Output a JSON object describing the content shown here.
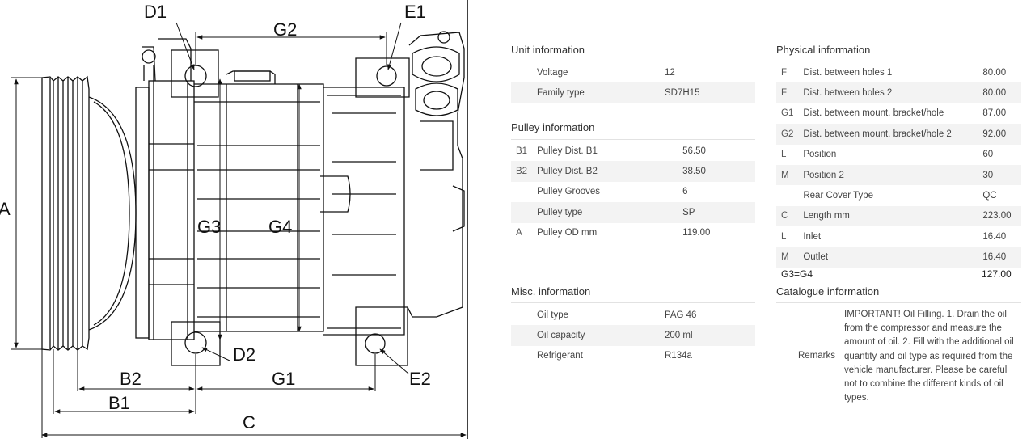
{
  "drawing": {
    "dimension_labels": {
      "D1": "D1",
      "G2": "G2",
      "E1": "E1",
      "A": "A",
      "G3": "G3",
      "G4": "G4",
      "D2": "D2",
      "B2": "B2",
      "G1": "G1",
      "E2": "E2",
      "B1": "B1",
      "C": "C"
    }
  },
  "unit_info": {
    "title": "Unit information",
    "rows": [
      {
        "code": "",
        "label": "Voltage",
        "value": "12"
      },
      {
        "code": "",
        "label": "Family type",
        "value": "SD7H15"
      }
    ]
  },
  "pulley_info": {
    "title": "Pulley information",
    "rows": [
      {
        "code": "B1",
        "label": "Pulley Dist. B1",
        "value": "56.50"
      },
      {
        "code": "B2",
        "label": "Pulley Dist. B2",
        "value": "38.50"
      },
      {
        "code": "",
        "label": "Pulley Grooves",
        "value": "6"
      },
      {
        "code": "",
        "label": "Pulley type",
        "value": "SP"
      },
      {
        "code": "A",
        "label": "Pulley OD mm",
        "value": "119.00"
      }
    ]
  },
  "misc_info": {
    "title": "Misc. information",
    "rows": [
      {
        "code": "",
        "label": "Oil type",
        "value": "PAG 46"
      },
      {
        "code": "",
        "label": "Oil capacity",
        "value": "200 ml"
      },
      {
        "code": "",
        "label": "Refrigerant",
        "value": "R134a"
      }
    ]
  },
  "physical_info": {
    "title": "Physical information",
    "rows": [
      {
        "code": "F",
        "label": "Dist. between holes 1",
        "value": "80.00"
      },
      {
        "code": "F",
        "label": "Dist. between holes 2",
        "value": "80.00"
      },
      {
        "code": "G1",
        "label": "Dist. between mount. bracket/hole",
        "value": "87.00"
      },
      {
        "code": "G2",
        "label": "Dist. between mount. bracket/hole 2",
        "value": "92.00"
      },
      {
        "code": "L",
        "label": "Position",
        "value": "60"
      },
      {
        "code": "M",
        "label": "Position 2",
        "value": "30"
      },
      {
        "code": "",
        "label": "Rear Cover Type",
        "value": "QC"
      },
      {
        "code": "C",
        "label": "Length mm",
        "value": "223.00"
      },
      {
        "code": "L",
        "label": "Inlet",
        "value": "16.40"
      },
      {
        "code": "M",
        "label": "Outlet",
        "value": "16.40"
      }
    ],
    "g3g4_label": "G3=G4",
    "g3g4_value": "127.00"
  },
  "catalogue_info": {
    "title": "Catalogue information",
    "remarks_label": "Remarks",
    "remarks_text": "IMPORTANT! Oil Filling. 1. Drain the oil from the compressor and measure the amount of oil. 2. Fill with the additional oil quantity and oil type as required from the vehicle manufacturer. Please be careful not to combine the different kinds of oil types."
  }
}
